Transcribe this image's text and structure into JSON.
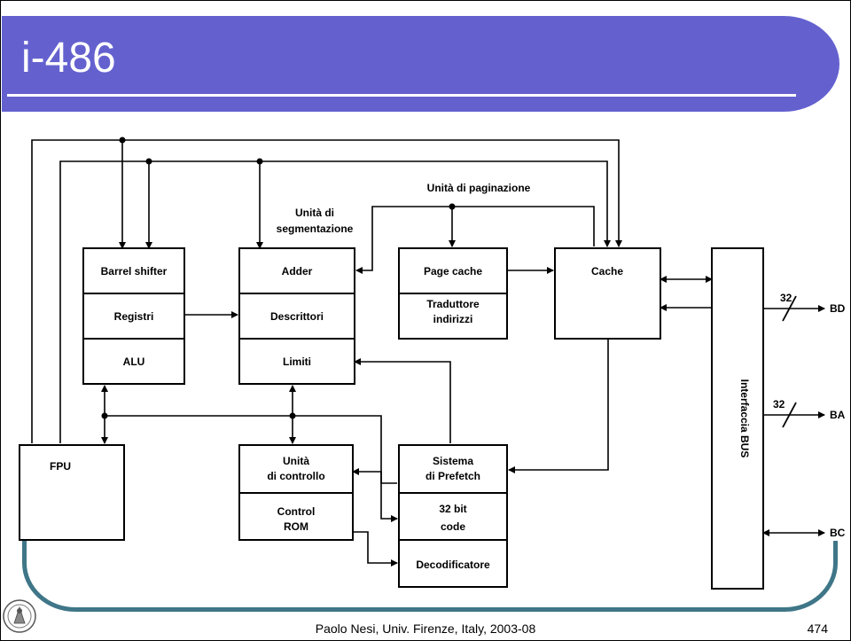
{
  "slide": {
    "title": "i-486",
    "footer": "Paolo Nesi, Univ. Firenze, Italy, 2003-08",
    "page_number": "474"
  },
  "diagram": {
    "labels": {
      "unita_paginazione": "Unità di paginazione",
      "unita_segmentazione_1": "Unità di",
      "unita_segmentazione_2": "segmentazione",
      "barrel_shifter": "Barrel shifter",
      "registri": "Registri",
      "alu": "ALU",
      "adder": "Adder",
      "descrittori": "Descrittori",
      "limiti": "Limiti",
      "page_cache": "Page cache",
      "traduttore_1": "Traduttore",
      "traduttore_2": "indirizzi",
      "cache": "Cache",
      "interfaccia_bus": "Interfaccia BUS",
      "fpu": "FPU",
      "unita_controllo_1": "Unità",
      "unita_controllo_2": "di controllo",
      "control_rom_1": "Control",
      "control_rom_2": "ROM",
      "prefetch_1": "Sistema",
      "prefetch_2": "di Prefetch",
      "code_1": "32 bit",
      "code_2": "code",
      "decodificatore": "Decodificatore",
      "bus_width_bd": "32",
      "bus_width_ba": "32",
      "bd": "BD",
      "ba": "BA",
      "bc": "BC"
    }
  }
}
